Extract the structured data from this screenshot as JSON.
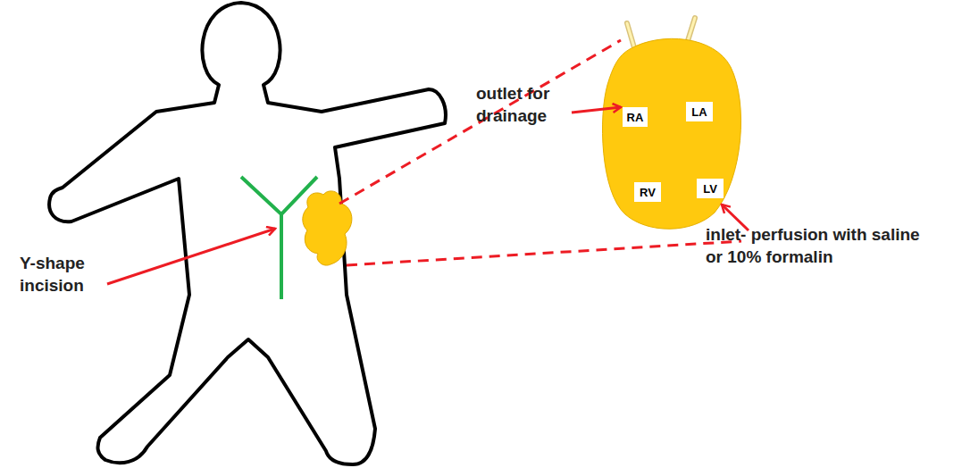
{
  "diagram": {
    "nodes": [
      {
        "text": [
          "RA"
        ]
      },
      {
        "text": [
          "LA"
        ]
      },
      {
        "text": [
          "RV"
        ]
      },
      {
        "text": [
          "LV"
        ]
      }
    ],
    "labels": [
      "Y-shape incision",
      "outlet for drainage",
      "inlet- perfusion with saline or 10% formalin"
    ]
  }
}
